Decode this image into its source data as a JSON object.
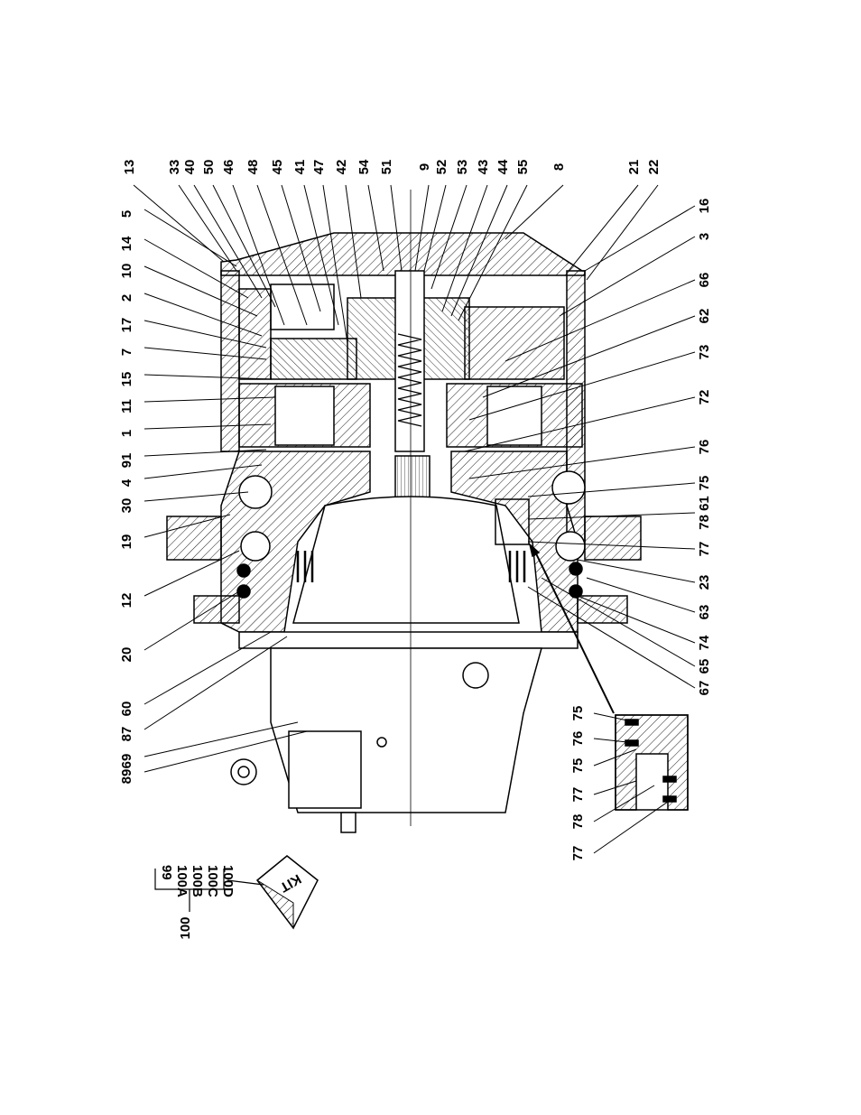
{
  "diagram": {
    "top_callouts": [
      "13",
      "33",
      "40",
      "50",
      "46",
      "48",
      "45",
      "41",
      "47",
      "42",
      "54",
      "51",
      "9",
      "52",
      "53",
      "43",
      "44",
      "55",
      "8",
      "21",
      "22"
    ],
    "left_callouts": [
      "5",
      "14",
      "10",
      "2",
      "17",
      "7",
      "15",
      "11",
      "1",
      "91",
      "4",
      "30",
      "19",
      "12",
      "20",
      "60",
      "87",
      "69",
      "89"
    ],
    "right_callouts": [
      "16",
      "3",
      "66",
      "62",
      "73",
      "72",
      "76",
      "75",
      "78 61",
      "77",
      "23",
      "63",
      "74",
      "65",
      "67"
    ],
    "inset_callouts_right": [
      "75",
      "76",
      "75",
      "77",
      "78",
      "77"
    ],
    "kit": {
      "main": "100",
      "items": [
        "99",
        "100A",
        "100B",
        "100C",
        "100D"
      ],
      "box_label": "KIT"
    }
  }
}
